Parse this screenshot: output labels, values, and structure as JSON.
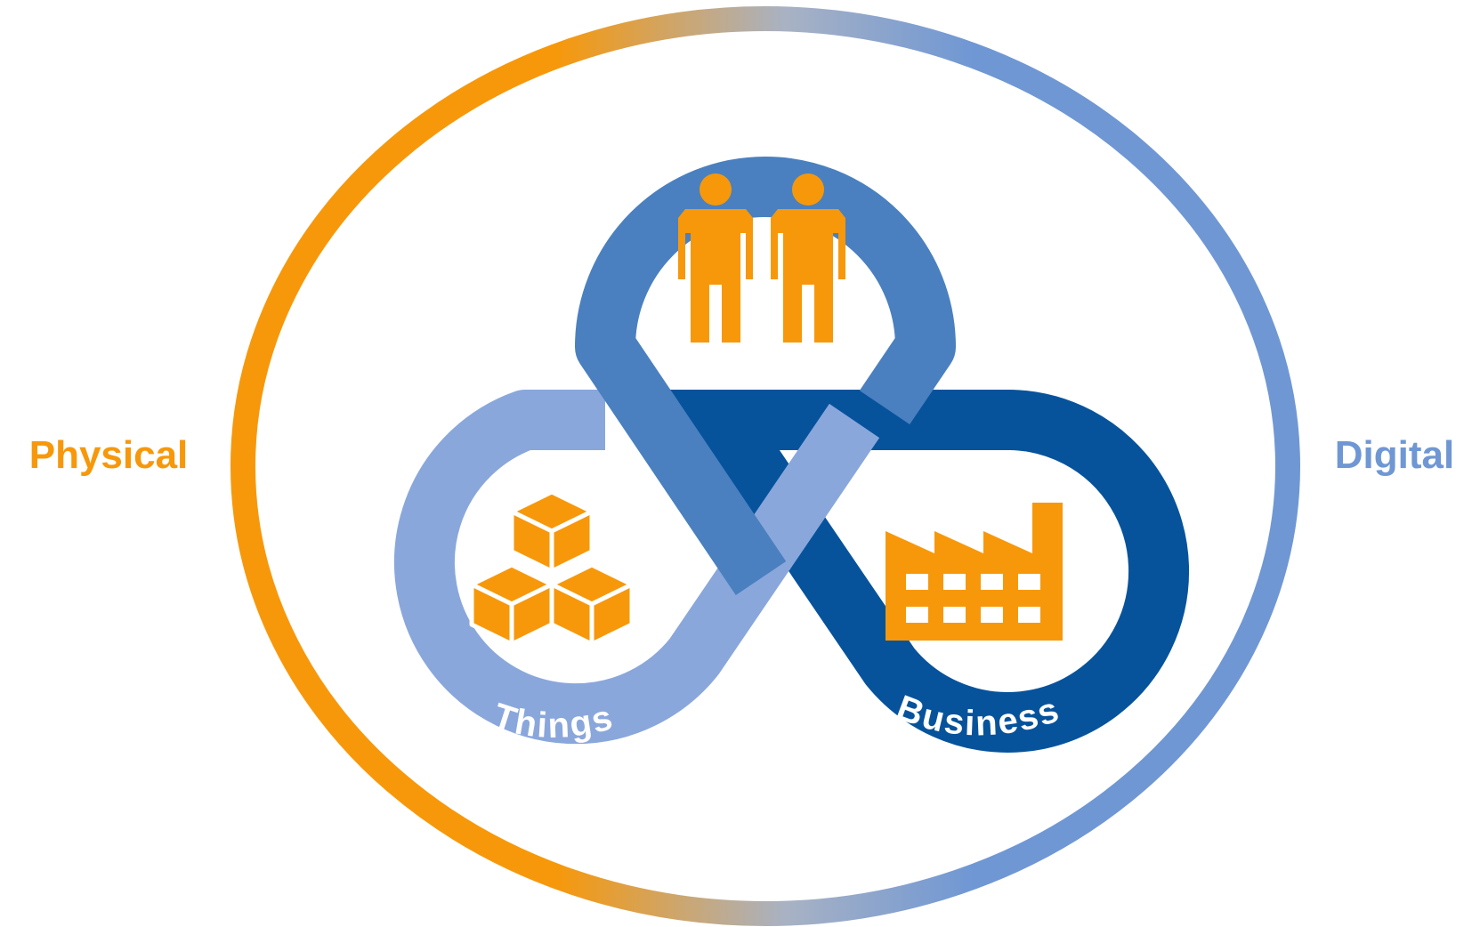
{
  "labels": {
    "physical": "Physical",
    "digital": "Digital",
    "people": "People",
    "things": "Things",
    "business": "Business"
  },
  "icons": {
    "people": "two-people-icon",
    "things": "stacked-cubes-icon",
    "business": "factory-icon"
  },
  "colors": {
    "physical": "#f7980a",
    "digital": "#6f97d4",
    "people_loop": "#4a80bf",
    "things_loop": "#8aa7dc",
    "business_loop": "#06539c",
    "icon_fill": "#f7980a",
    "text_on_loop": "#ffffff"
  }
}
